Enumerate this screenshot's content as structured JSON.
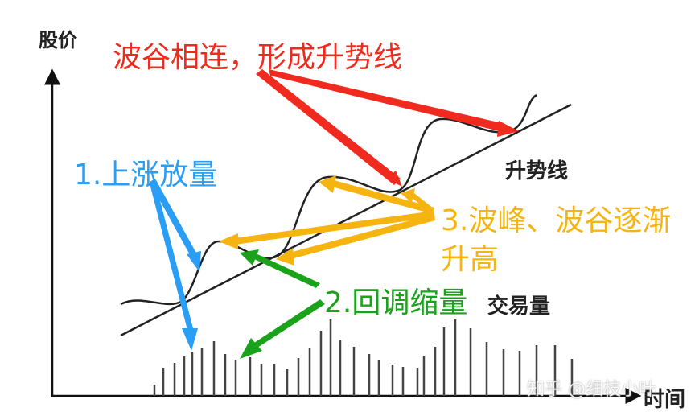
{
  "axes": {
    "y_label": "股价",
    "x_label": "时间"
  },
  "labels": {
    "trendline_caption": "波谷相连，形成升势线",
    "rise_volume": "1.上涨放量",
    "pullback_volume": "2.回调缩量",
    "rising_peaks_line1": "3.波峰、波谷逐渐",
    "rising_peaks_line2": "升高",
    "trendline_label": "升势线",
    "volume_label": "交易量"
  },
  "watermark": "知乎 @细枝小叶",
  "colors": {
    "red": "#f02a1e",
    "blue": "#2a9df4",
    "green": "#1aa31a",
    "orange": "#f5b40f",
    "line": "#222222"
  },
  "volume_bars": [
    14,
    35,
    41,
    50,
    54,
    60,
    68,
    52,
    45,
    48,
    40,
    40,
    33,
    47,
    60,
    81,
    95,
    69,
    61,
    52,
    44,
    39,
    36,
    35,
    50,
    61,
    85,
    95,
    84,
    67,
    58,
    56,
    63,
    63,
    46
  ]
}
